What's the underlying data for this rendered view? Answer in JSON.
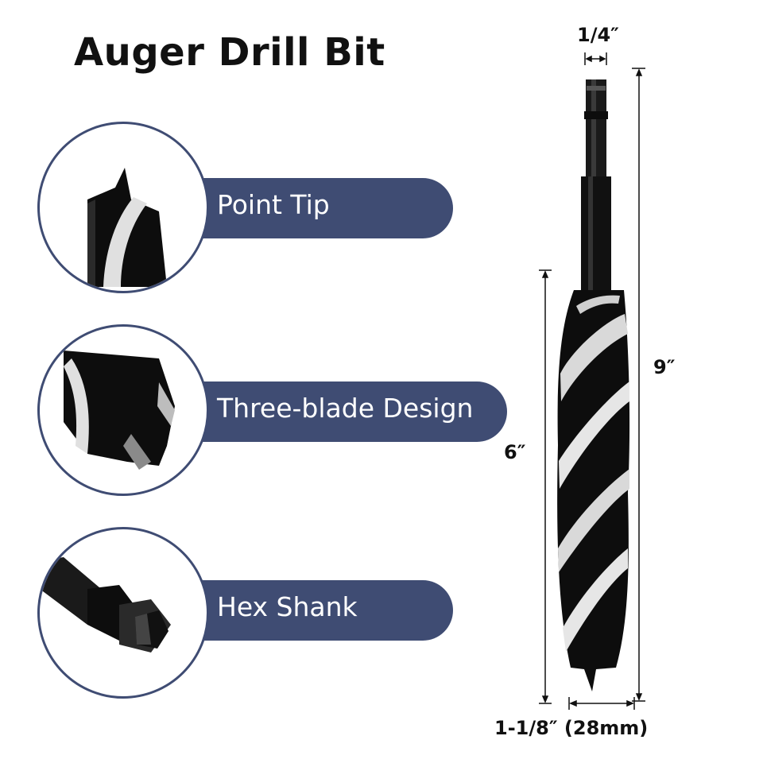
{
  "title": "Auger Drill Bit",
  "features": [
    {
      "label": "Point Tip",
      "icon": "point-tip-closeup"
    },
    {
      "label": "Three-blade Design",
      "icon": "three-blade-closeup"
    },
    {
      "label": "Hex Shank",
      "icon": "hex-shank-closeup"
    }
  ],
  "dimensions": {
    "shank_width": "1/4″",
    "total_length": "9″",
    "flute_length": "6″",
    "diameter": "1-1/8″  (28mm)"
  },
  "colors": {
    "accent": "#3f4c73",
    "bit": "#0d0d0d",
    "highlight": "#d9d9d9"
  }
}
